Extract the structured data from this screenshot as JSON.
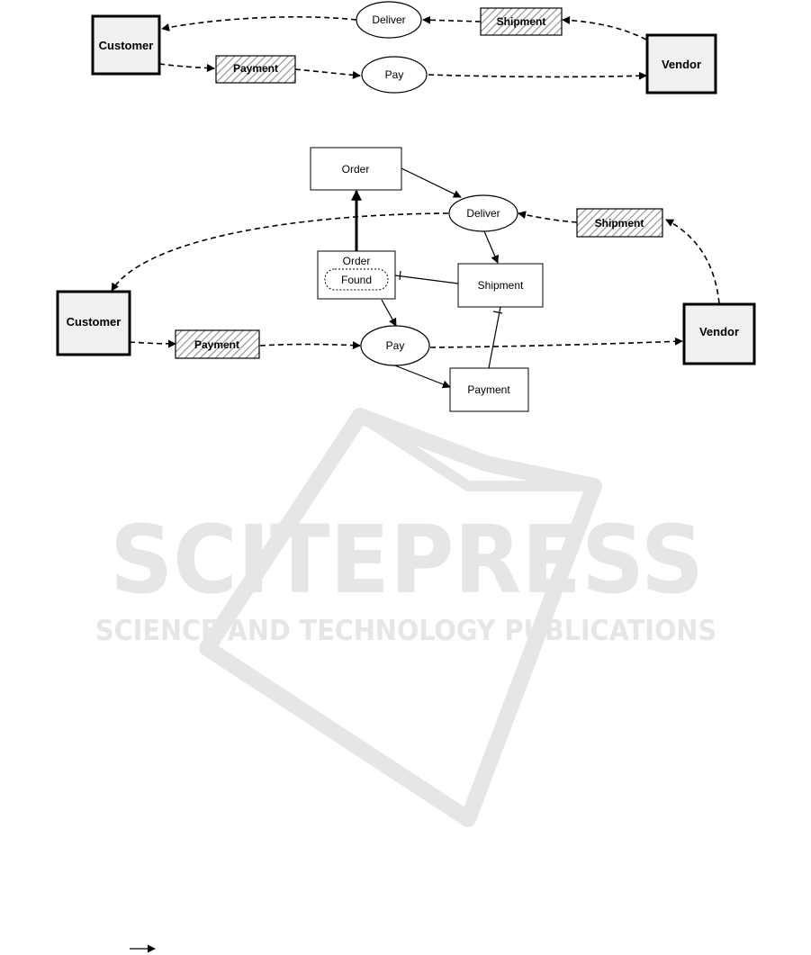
{
  "diagram_top": {
    "customer": "Customer",
    "vendor": "Vendor",
    "deliver": "Deliver",
    "pay": "Pay",
    "shipment": "Shipment",
    "payment": "Payment"
  },
  "diagram_bottom": {
    "customer": "Customer",
    "vendor": "Vendor",
    "deliver": "Deliver",
    "pay": "Pay",
    "shipment_flow": "Shipment",
    "payment_flow": "Payment",
    "order": "Order",
    "order_found_title": "Order",
    "order_found_state": "Found",
    "shipment_resource": "Shipment",
    "payment_resource": "Payment"
  },
  "watermark": {
    "title": "SCITEPRESS",
    "subtitle": "SCIENCE AND TECHNOLOGY PUBLICATIONS"
  },
  "colors": {
    "actor_fill": "#f0f0f0",
    "stroke": "#000000",
    "hatch": "#8c8c8c",
    "watermark": "#e6e6e6"
  }
}
